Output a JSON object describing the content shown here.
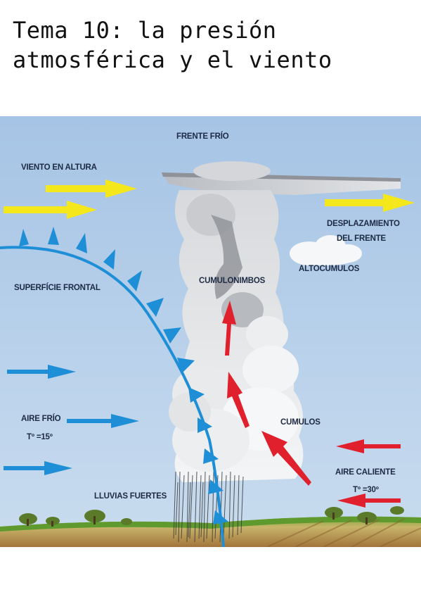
{
  "page": {
    "title_line1": "Tema 10: la presión",
    "title_line2": "atmosférica y el viento"
  },
  "diagram": {
    "labels": {
      "frente_frio": "FRENTE FRÍO",
      "viento_altura": "VIENTO EN ALTURA",
      "desplazamiento_1": "DESPLAZAMIENTO",
      "desplazamiento_2": "DEL FRENTE",
      "altocumulos": "ALTOCUMULOS",
      "superficie_frontal": "SUPERFÍCIE FRONTAL",
      "cumulonimbos": "CUMULONIMBOS",
      "cumulos": "CUMULOS",
      "aire_frio": "AIRE FRÍO",
      "temp_frio": "Tº =15º",
      "aire_caliente": "AIRE CALIENTE",
      "temp_caliente": "Tº =30º",
      "lluvias": "LLUVIAS FUERTES"
    },
    "colors": {
      "sky": "#a9c6e6",
      "cold_air_arrow": "#1e8fd6",
      "warm_air_arrow": "#e0202c",
      "high_wind_arrow": "#f4e81c",
      "front_line": "#1e8fd6",
      "ground": "#9b7a3a"
    }
  }
}
